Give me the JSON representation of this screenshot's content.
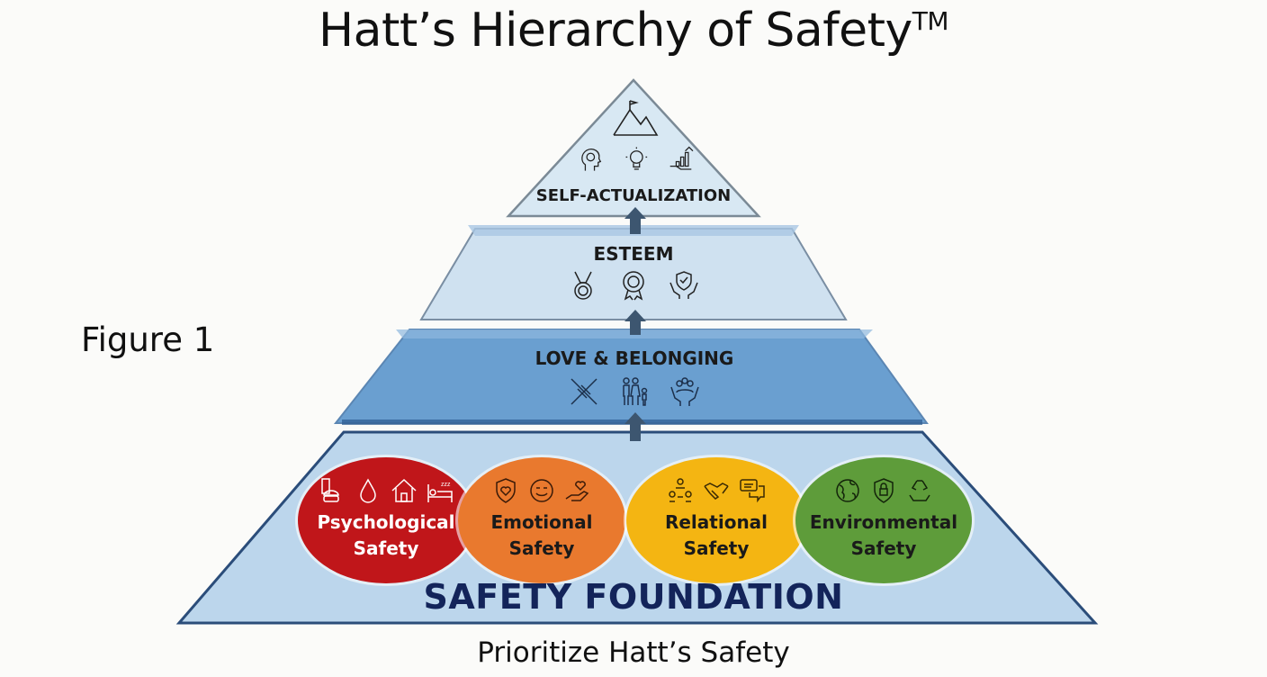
{
  "title": "Hatt’s Hierarchy of Safety",
  "trademark": "TM",
  "figure_label": "Figure 1",
  "caption": "Prioritize Hatt’s Safety",
  "levels": [
    {
      "label": "SELF-ACTUALIZATION",
      "icons": [
        "mountain-flag-icon",
        "head-brain-icon",
        "lightbulb-icon",
        "growth-chart-hand-icon"
      ],
      "color": "#d6e6f2"
    },
    {
      "label": "ESTEEM",
      "icons": [
        "medal-icon",
        "award-rosette-icon",
        "shield-hands-icon"
      ],
      "color": "#c9ddee"
    },
    {
      "label": "LOVE & BELONGING",
      "icons": [
        "joined-hands-icon",
        "family-icon",
        "community-hands-icon"
      ],
      "color": "#6a9fd0"
    },
    {
      "label": "SAFETY FOUNDATION",
      "color": "#b8d5ec"
    }
  ],
  "foundation": {
    "label": "SAFETY FOUNDATION",
    "pillars": [
      {
        "line1": "Psychological",
        "line2": "Safety",
        "color": "#c0161a",
        "text_color": "#ffffff",
        "icons": [
          "food-icon",
          "water-drop-icon",
          "house-icon",
          "bed-icon"
        ]
      },
      {
        "line1": "Emotional",
        "line2": "Safety",
        "color": "#e9792e",
        "text_color": "#1a1a1a",
        "icons": [
          "heart-shield-icon",
          "smile-icon",
          "heart-hand-icon"
        ]
      },
      {
        "line1": "Relational",
        "line2": "Safety",
        "color": "#f4b512",
        "text_color": "#1a1a1a",
        "icons": [
          "network-people-icon",
          "handshake-icon",
          "chat-bubbles-icon"
        ]
      },
      {
        "line1": "Environmental",
        "line2": "Safety",
        "color": "#5e9c3a",
        "text_color": "#1a1a1a",
        "icons": [
          "globe-icon",
          "lock-shield-icon",
          "recycle-icon"
        ]
      }
    ]
  },
  "colors": {
    "foundation_text": "#13245a",
    "arrow": "#3d5670",
    "edge": "#2b4d7a"
  }
}
